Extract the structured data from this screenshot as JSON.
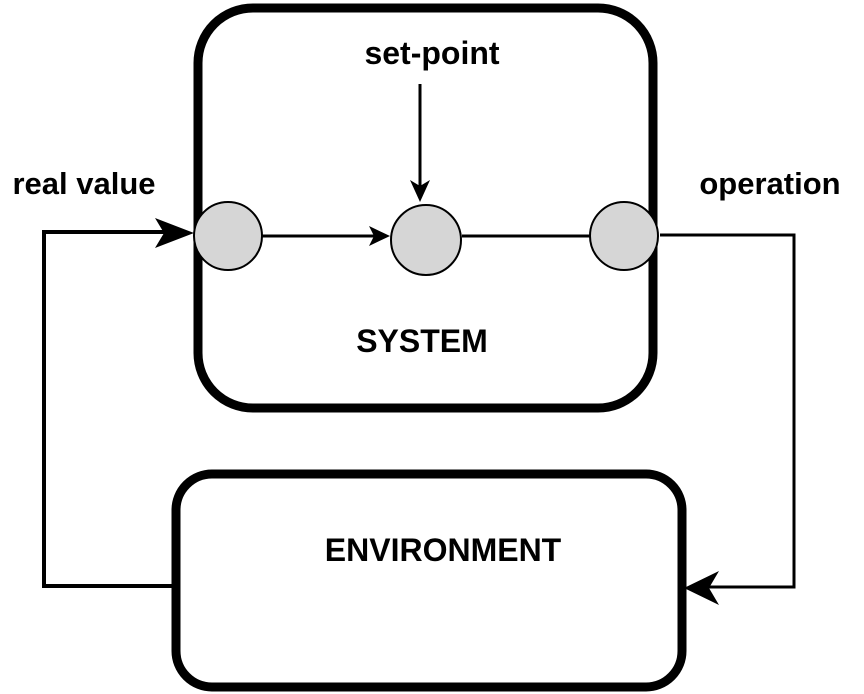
{
  "system": {
    "title": "SYSTEM"
  },
  "environment": {
    "title": "ENVIRONMENT"
  },
  "labels": {
    "set_point": "set-point",
    "real_value": "real value",
    "operation": "operation"
  },
  "colors": {
    "node_fill": "#d6d6d6",
    "stroke": "#000000",
    "background": "#ffffff"
  }
}
